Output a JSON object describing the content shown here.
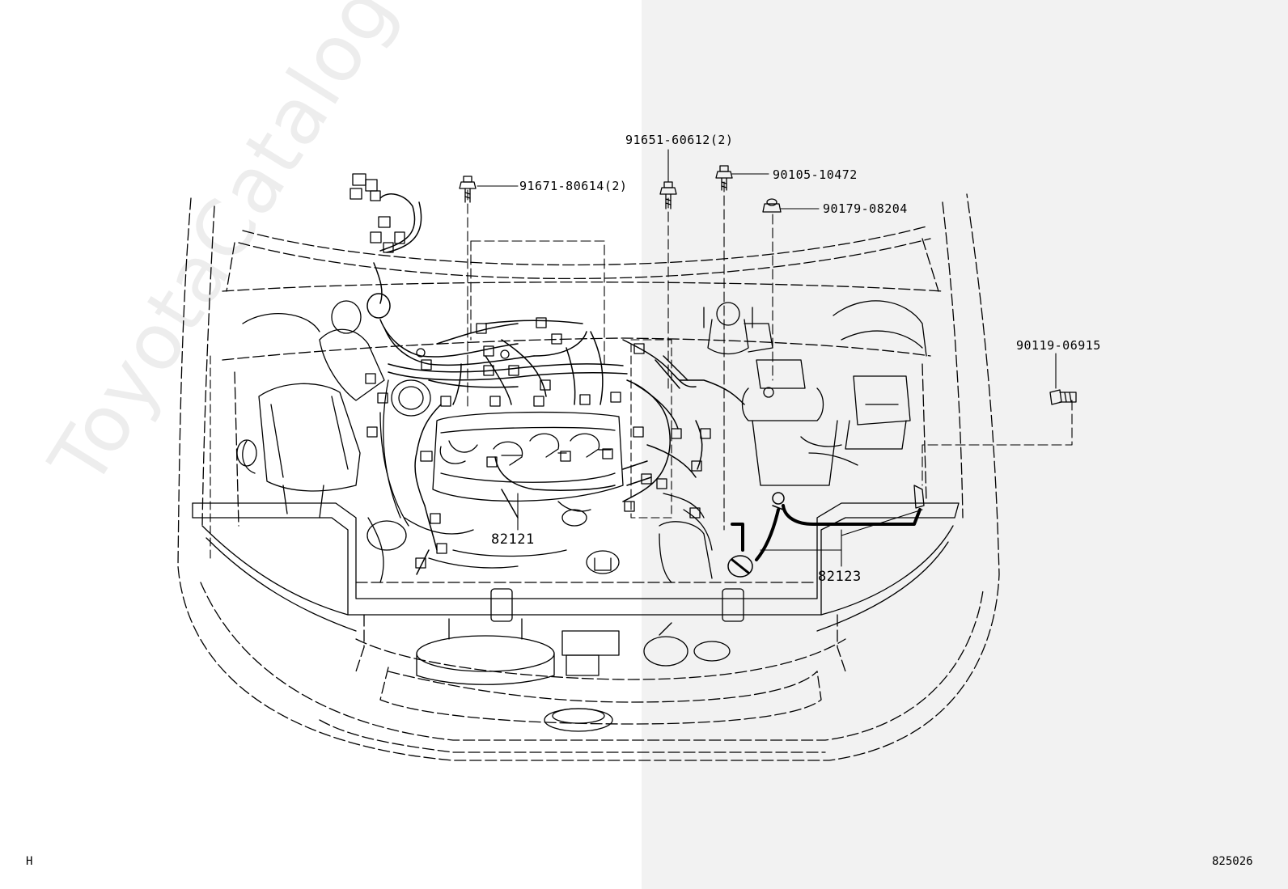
{
  "watermark": "ToyotaCatalog.ru",
  "corner_left": "H",
  "corner_right": "825026",
  "callouts": {
    "p1": "91671-80614(2)",
    "p2": "91651-60612(2)",
    "p3": "90105-10472",
    "p4": "90179-08204",
    "p5": "90119-06915",
    "p6": "82121",
    "p7": "82123"
  },
  "colors": {
    "line": "#000000",
    "right_panel": "#f2f2f2"
  }
}
